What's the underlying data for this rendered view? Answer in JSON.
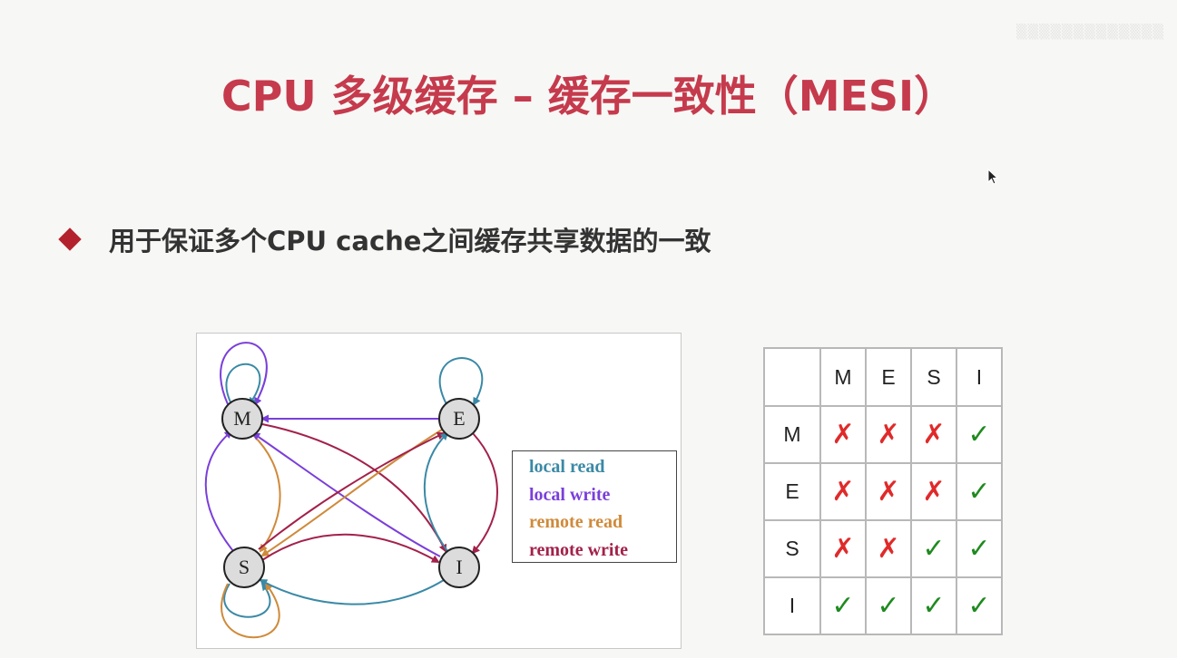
{
  "slide": {
    "title": "CPU 多级缓存 – 缓存一致性（MESI）",
    "bullet": "用于保证多个CPU cache之间缓存共享数据的一致"
  },
  "diagram": {
    "nodes": {
      "m": "M",
      "e": "E",
      "s": "S",
      "i": "I"
    },
    "legend": [
      {
        "label": "local read",
        "color": "#3a89a6"
      },
      {
        "label": "local write",
        "color": "#7a3fd9"
      },
      {
        "label": "remote read",
        "color": "#cf8a3a"
      },
      {
        "label": "remote write",
        "color": "#a3214a"
      }
    ]
  },
  "matrix": {
    "columns": [
      "M",
      "E",
      "S",
      "I"
    ],
    "rows": [
      {
        "label": "M",
        "cells": [
          "cross",
          "cross",
          "cross",
          "check"
        ]
      },
      {
        "label": "E",
        "cells": [
          "cross",
          "cross",
          "cross",
          "check"
        ]
      },
      {
        "label": "S",
        "cells": [
          "cross",
          "cross",
          "check",
          "check"
        ]
      },
      {
        "label": "I",
        "cells": [
          "check",
          "check",
          "check",
          "check"
        ]
      }
    ],
    "colors": {
      "cross": "#e02a2a",
      "check": "#1f8a1f"
    },
    "icons": {
      "cross": "cross-mark-icon",
      "check": "check-mark-icon"
    }
  }
}
